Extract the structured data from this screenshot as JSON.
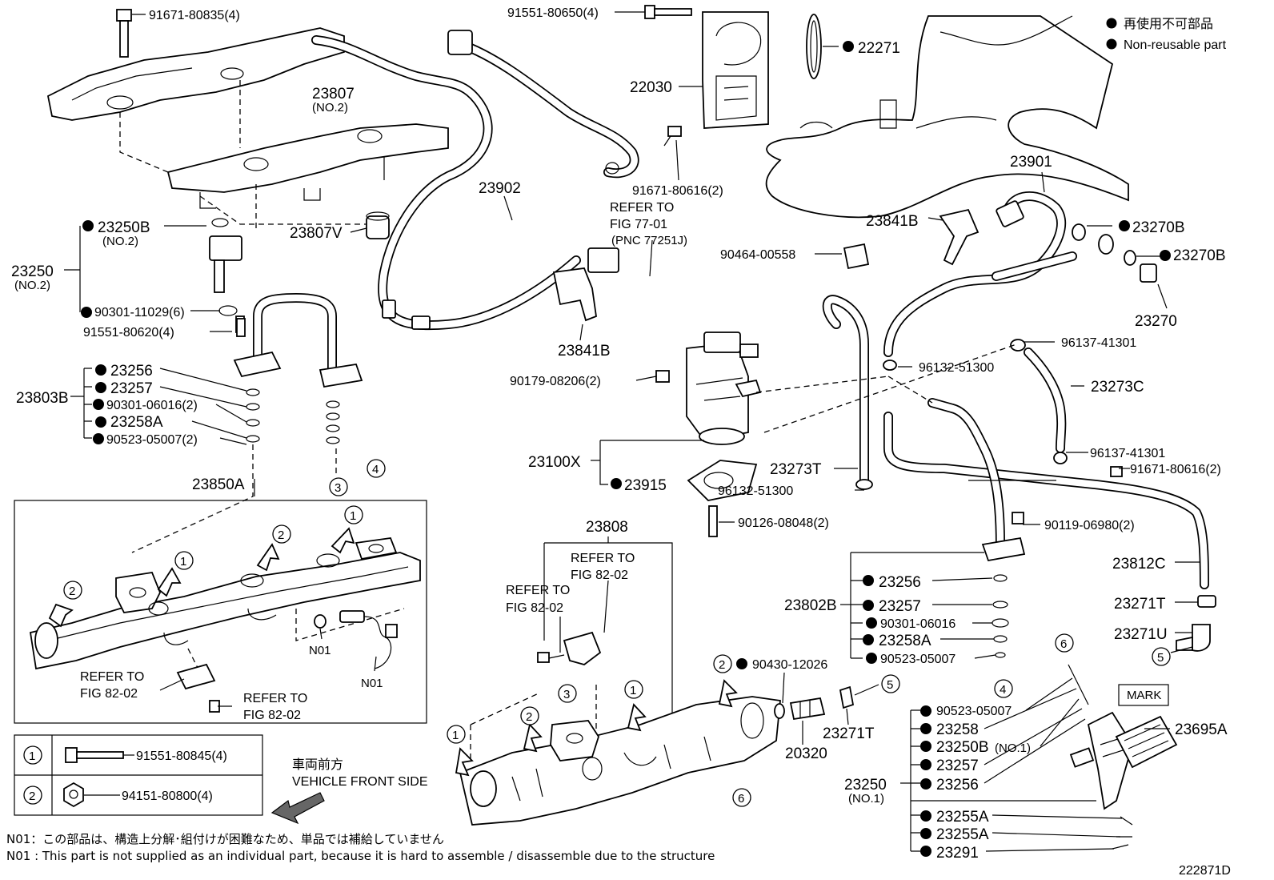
{
  "legend": {
    "jp": "再使用不可部品",
    "en": "Non-reusable part"
  },
  "labels": {
    "p91671_80835": "91671-80835(4)",
    "p91551_80650": "91551-80650(4)",
    "p22271": "22271",
    "p22030": "22030",
    "p23807": "23807",
    "p23807_no2": "(NO.2)",
    "p23902": "23902",
    "p91671_80616_top": "91671-80616(2)",
    "p23901": "23901",
    "p23841B_right": "23841B",
    "p23270B_1": "23270B",
    "p23270B_2": "23270B",
    "p23270": "23270",
    "p23250B_top": "23250B",
    "p23250B_top_no2": "(NO.2)",
    "p23250_top": "23250",
    "p23250_top_no2": "(NO.2)",
    "p23807V": "23807V",
    "p90301_11029": "90301-11029(6)",
    "p91551_80620": "91551-80620(4)",
    "refer_77_1": "REFER TO",
    "refer_77_2": "FIG 77-01",
    "refer_77_3": "(PNC 77251J)",
    "p90464_00558": "90464-00558",
    "p23841B_mid": "23841B",
    "p96137_41301_a": "96137-41301",
    "p96132_51300_a": "96132-51300",
    "p23273C": "23273C",
    "p23256_a": "23256",
    "p23257_a": "23257",
    "p23803B": "23803B",
    "p90301_06016_a": "90301-06016(2)",
    "p23258A_a": "23258A",
    "p90523_05007_a": "90523-05007(2)",
    "p90179_08206": "90179-08206(2)",
    "p23100X": "23100X",
    "p23915": "23915",
    "p23273T": "23273T",
    "p96132_51300_b": "96132-51300",
    "p96137_41301_b": "96137-41301",
    "p91671_80616_b": "91671-80616(2)",
    "p90126_08048": "90126-08048(2)",
    "p90119_06980": "90119-06980(2)",
    "p23850A": "23850A",
    "p23808": "23808",
    "refer_82_a1": "REFER TO",
    "refer_82_a2": "FIG 82-02",
    "refer_82_b1": "REFER TO",
    "refer_82_b2": "FIG 82-02",
    "refer_82_c1": "REFER TO",
    "refer_82_c2": "FIG 82-02",
    "refer_82_d1": "REFER TO",
    "refer_82_d2": "FIG 82-02",
    "n01_a": "N01",
    "n01_b": "N01",
    "p23812C": "23812C",
    "p23802B": "23802B",
    "p23256_b": "23256",
    "p23257_b": "23257",
    "p90301_06016_b": "90301-06016",
    "p23258A_b": "23258A",
    "p90523_05007_b": "90523-05007",
    "p23271T_a": "23271T",
    "p23271U": "23271U",
    "p90430_12026": "90430-12026",
    "p20320": "20320",
    "p23271T_b": "23271T",
    "mark": "MARK",
    "p23695A": "23695A",
    "p90523_05007_c": "90523-05007",
    "p23258": "23258",
    "p23250B_no1": "23250B",
    "p23250B_no1_tag": "(NO.1)",
    "p23257_c": "23257",
    "p23256_c": "23256",
    "p23250_no1": "23250",
    "p23250_no1_tag": "(NO.1)",
    "p23255A_1": "23255A",
    "p23255A_2": "23255A",
    "p23291": "23291",
    "front_jp": "車両前方",
    "front_en": "VEHICLE FRONT SIDE",
    "key_1_part": "91551-80845(4)",
    "key_2_part": "94151-80800(4)",
    "note_jp": "N01：この部品は、構造上分解･組付けが困難なため、単品では補給していません",
    "note_en": "N01 : This part is not supplied as an individual part, because it is hard to assemble / disassemble due to the structure",
    "diagram_id": "222871D"
  },
  "callouts": {
    "c1": "1",
    "c2": "2",
    "c3": "3",
    "c4": "4",
    "c5": "5",
    "c6": "6"
  }
}
